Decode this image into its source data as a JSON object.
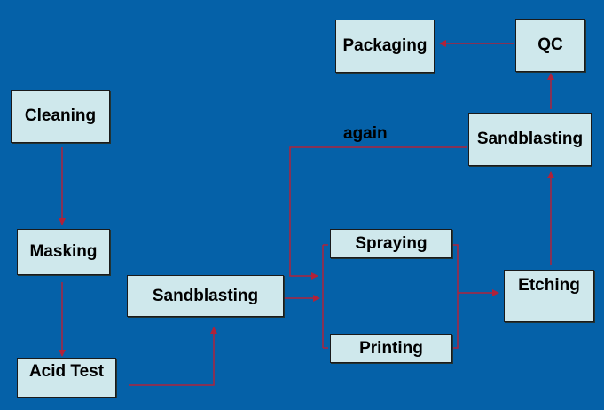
{
  "nodes": {
    "cleaning": "Cleaning",
    "masking": "Masking",
    "acid_test": "Acid Test",
    "sandblasting_1": "Sandblasting",
    "spraying": "Spraying",
    "printing": "Printing",
    "etching": "Etching",
    "sandblasting_2": "Sandblasting",
    "qc": "QC",
    "packaging": "Packaging"
  },
  "labels": {
    "again": "again"
  },
  "colors": {
    "background": "#0561a8",
    "node_fill": "#cfe8ec",
    "connector": "#b0223a"
  }
}
